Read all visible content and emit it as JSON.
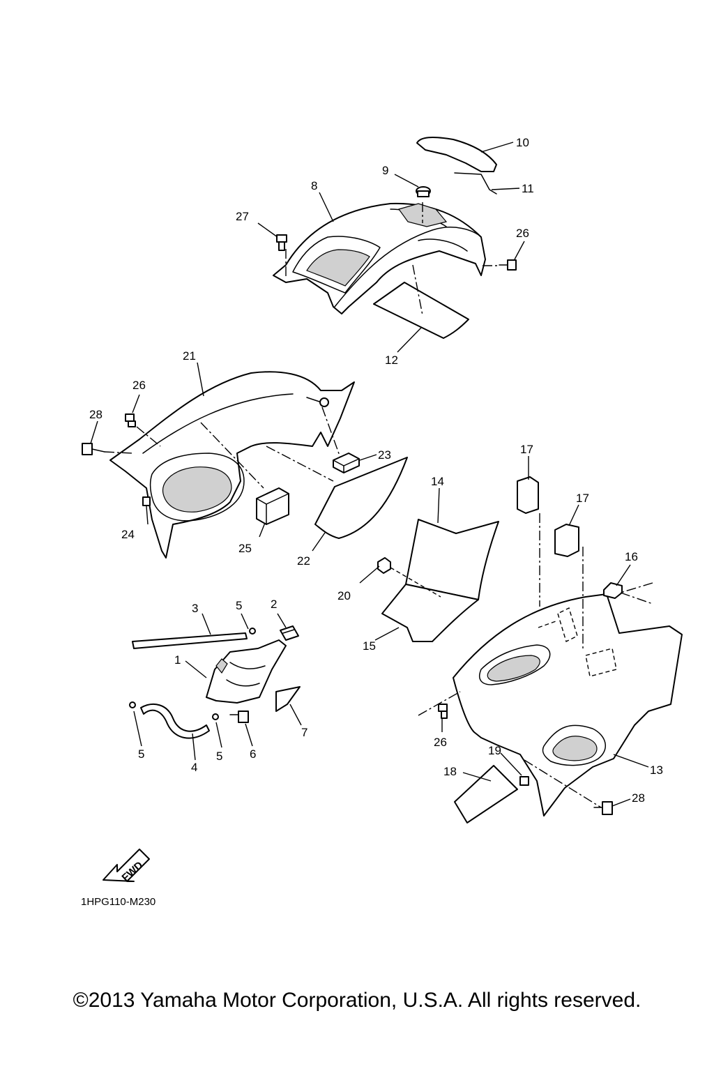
{
  "diagram": {
    "callouts": {
      "c1": "1",
      "c2": "2",
      "c3": "3",
      "c4": "4",
      "c5a": "5",
      "c5b": "5",
      "c5c": "5",
      "c6": "6",
      "c7": "7",
      "c8": "8",
      "c9": "9",
      "c10": "10",
      "c11": "11",
      "c12": "12",
      "c13": "13",
      "c14": "14",
      "c15": "15",
      "c16": "16",
      "c17a": "17",
      "c17b": "17",
      "c18": "18",
      "c19": "19",
      "c20": "20",
      "c21": "21",
      "c22": "22",
      "c23": "23",
      "c24": "24",
      "c25": "25",
      "c26a": "26",
      "c26b": "26",
      "c26c": "26",
      "c27": "27",
      "c28a": "28",
      "c28b": "28"
    },
    "fwd_label": "FWD",
    "diagram_code": "1HPG110-M230"
  },
  "footer": {
    "copyright": "©2013 Yamaha Motor Corporation, U.S.A. All rights reserved."
  }
}
